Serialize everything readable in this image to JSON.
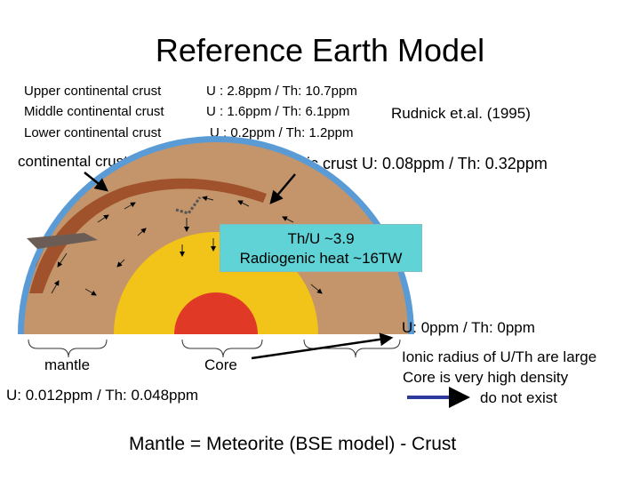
{
  "title": "Reference Earth Model",
  "crust_table": [
    {
      "layer": "Upper continental crust",
      "value": "U : 2.8ppm / Th: 10.7ppm"
    },
    {
      "layer": "Middle continental crust",
      "value": "U : 1.6ppm / Th: 6.1ppm"
    },
    {
      "layer": "Lower continental crust",
      "value": "U : 0.2ppm / Th: 1.2ppm"
    }
  ],
  "reference": "Rudnick et.al. (1995)",
  "labels": {
    "continental_crust": "continental crust",
    "oceanic_crust": "Oceanic crust U: 0.08ppm / Th: 0.32ppm",
    "mantle": "mantle",
    "core": "Core",
    "mantle_values": "U: 0.012ppm / Th: 0.048ppm",
    "core_values": "U: 0ppm / Th: 0ppm"
  },
  "thu_box": {
    "line1": "Th/U ~3.9",
    "line2": "Radiogenic heat ~16TW"
  },
  "core_note": {
    "line1": "Ionic radius of U/Th are large",
    "line2": "Core is very high density",
    "line3": "do not exist"
  },
  "equation": "Mantle = Meteorite (BSE model) - Crust",
  "colors": {
    "crust_blue": "#5b9bd5",
    "crust_brown": "#a85a3a",
    "mantle": "#c4956a",
    "outer_core": "#f2c318",
    "inner_core": "#e03a26",
    "box": "#5fd3d6",
    "arrow_blue": "#2e3a9e"
  }
}
